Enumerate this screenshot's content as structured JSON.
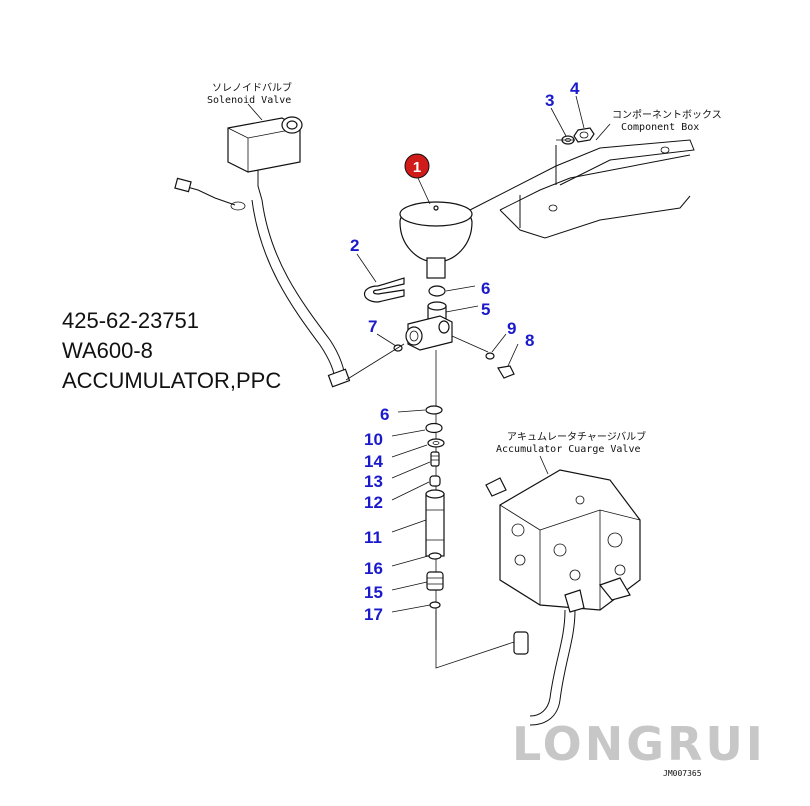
{
  "title_block": {
    "part_number": "425-62-23751",
    "model": "WA600-8",
    "description": "ACCUMULATOR,PPC"
  },
  "labels": {
    "solenoid_valve_jp": "ソレノイドバルブ",
    "solenoid_valve_en": "Solenoid Valve",
    "component_box_jp": "コンポーネントボックス",
    "component_box_en": "Component Box",
    "charge_valve_jp": "アキュムレータチャージバルブ",
    "charge_valve_en": "Accumulator Cuarge Valve"
  },
  "callouts": {
    "highlighted": "1",
    "c2": "2",
    "c3": "3",
    "c4": "4",
    "c5": "5",
    "c6a": "6",
    "c6b": "6",
    "c7": "7",
    "c8": "8",
    "c9": "9",
    "c10": "10",
    "c11": "11",
    "c12": "12",
    "c13": "13",
    "c14": "14",
    "c15": "15",
    "c16": "16",
    "c17": "17"
  },
  "watermark": "LONGRUI",
  "drawing_code": "JM007365",
  "colors": {
    "callout_text": "#1a1acc",
    "highlight_badge": "#d11a1a",
    "watermark": "#c7c7c7"
  }
}
